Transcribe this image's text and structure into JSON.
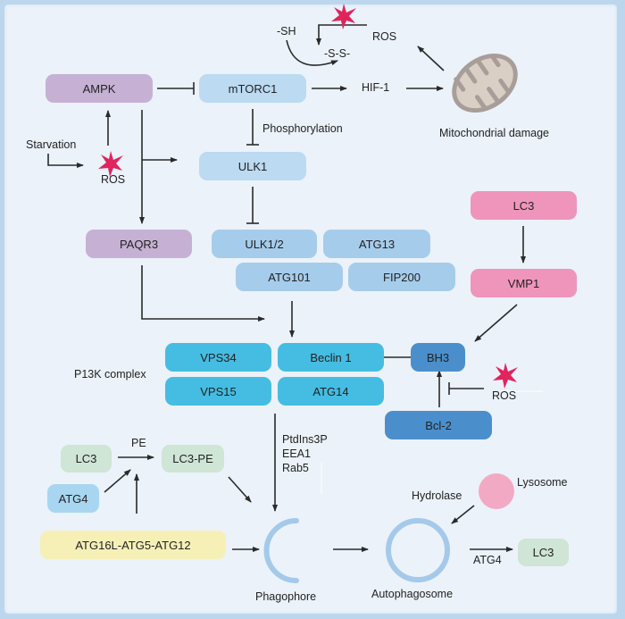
{
  "nodes": {
    "ampk": "AMPK",
    "mtorc1": "mTORC1",
    "ulk1": "ULK1",
    "paqr3": "PAQR3",
    "ulk12": "ULK1/2",
    "atg13": "ATG13",
    "atg101": "ATG101",
    "fip200": "FIP200",
    "lc3_top": "LC3",
    "vmp1": "VMP1",
    "vps34": "VPS34",
    "beclin1": "Beclin 1",
    "vps15": "VPS15",
    "atg14": "ATG14",
    "bh3": "BH3",
    "bcl2": "Bcl-2",
    "lc3_left": "LC3",
    "lc3pe": "LC3-PE",
    "atg4": "ATG4",
    "atg16l": "ATG16L-ATG5-ATG12",
    "lc3_right": "LC3"
  },
  "labels": {
    "sh": "-SH",
    "ss": "-S-S-",
    "ros_top": "ROS",
    "hif1": "HIF-1",
    "mito": "Mitochondrial damage",
    "phosphorylation": "Phosphorylation",
    "starvation": "Starvation",
    "ros_left": "ROS",
    "pi3k_complex": "P13K complex",
    "ros_right": "ROS",
    "pe": "PE",
    "ptdins": "PtdIns3P",
    "eea1": "EEA1",
    "rab5": "Rab5",
    "hydrolase": "Hydrolase",
    "lysosome": "Lysosome",
    "phagophore": "Phagophore",
    "autophagosome": "Autophagosome",
    "atg4_arrow": "ATG4"
  },
  "colors": {
    "ros_star": "#e0245e",
    "ampk": "#c6b1d5",
    "mtor": "#bcdaf1",
    "ulk_complex": "#a6ccec",
    "pi3k": "#45bde2",
    "bcl": "#4a8fcb",
    "pink": "#ef95bb",
    "green": "#cfe5d6",
    "yellow": "#f6f0b7",
    "membrane": "#a4c9ea",
    "lysosome": "#f2a9c4",
    "mito_outer": "#a89d98",
    "mito_inner": "#d9cfc5"
  }
}
